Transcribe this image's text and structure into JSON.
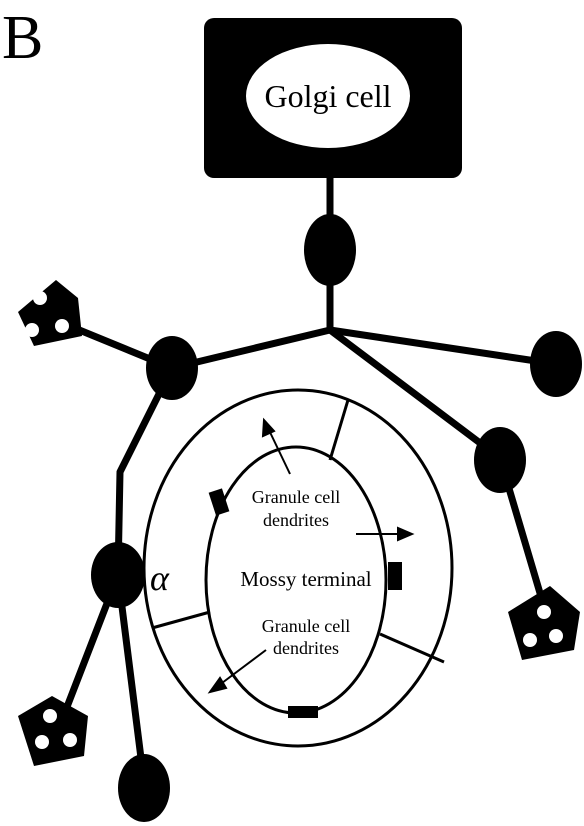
{
  "panel_label": "B",
  "golgi_cell_label": "Golgi cell",
  "mossy_terminal_label": "Mossy terminal",
  "granule_dendrites_label_line1": "Granule cell",
  "granule_dendrites_label_line2": "dendrites",
  "alpha_label": "α",
  "colors": {
    "ink": "#000000",
    "paper": "#ffffff"
  }
}
